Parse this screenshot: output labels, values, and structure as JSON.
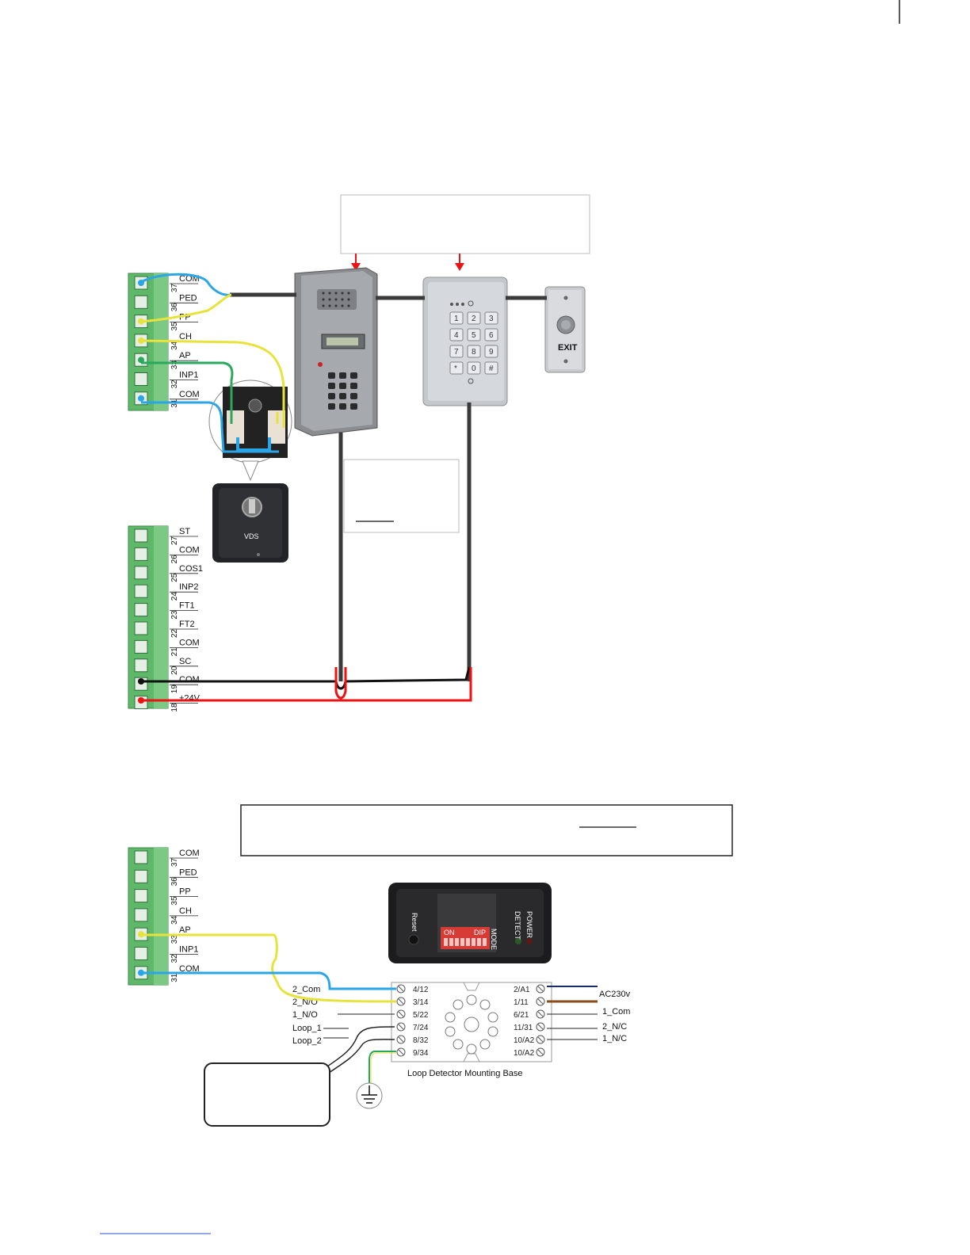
{
  "top_block": {
    "labels": [
      {
        "num": "37",
        "name": "COM"
      },
      {
        "num": "36",
        "name": "PED"
      },
      {
        "num": "35",
        "name": "PP"
      },
      {
        "num": "34",
        "name": "CH"
      },
      {
        "num": "33",
        "name": "AP"
      },
      {
        "num": "32",
        "name": "INP1"
      },
      {
        "num": "31",
        "name": "COM"
      }
    ]
  },
  "bottom_block": {
    "labels": [
      {
        "num": "27",
        "name": "ST"
      },
      {
        "num": "26",
        "name": "COM"
      },
      {
        "num": "25",
        "name": "COS1"
      },
      {
        "num": "24",
        "name": "INP2"
      },
      {
        "num": "23",
        "name": "FT1"
      },
      {
        "num": "22",
        "name": "FT2"
      },
      {
        "num": "21",
        "name": "COM"
      },
      {
        "num": "20",
        "name": "SC"
      },
      {
        "num": "19",
        "name": "COM"
      },
      {
        "num": "18",
        "name": "+24V"
      }
    ]
  },
  "lower_block": {
    "labels": [
      {
        "num": "37",
        "name": "COM"
      },
      {
        "num": "36",
        "name": "PED"
      },
      {
        "num": "35",
        "name": "PP"
      },
      {
        "num": "34",
        "name": "CH"
      },
      {
        "num": "33",
        "name": "AP"
      },
      {
        "num": "32",
        "name": "INP1"
      },
      {
        "num": "31",
        "name": "COM"
      }
    ]
  },
  "devices": {
    "key_selector_brand": "VDS",
    "exit_button_label": "EXIT",
    "keypad_keys": [
      "1",
      "2",
      "3",
      "4",
      "5",
      "6",
      "7",
      "8",
      "9",
      "*",
      "0",
      "#"
    ]
  },
  "loop_detector": {
    "panel": {
      "reset_label": "Reset",
      "detect_label": "DETECT",
      "power_label": "POWER",
      "dip_on": "ON",
      "dip_label": "DIP",
      "mode_label": "MODE"
    },
    "left_terminals": [
      "4/12",
      "3/14",
      "5/22",
      "7/24",
      "8/32",
      "9/34"
    ],
    "right_terminals": [
      "2/A1",
      "1/11",
      "6/21",
      "11/31",
      "10/A2",
      "10/A2"
    ],
    "left_wires": [
      "2_Com",
      "2_N/O",
      "1_N/O",
      "Loop_1",
      "Loop_2"
    ],
    "right_wires": [
      "AC230v",
      "1_Com",
      "2_N/C",
      "1_N/C"
    ],
    "base_caption": "Loop Detector Mounting Base"
  }
}
